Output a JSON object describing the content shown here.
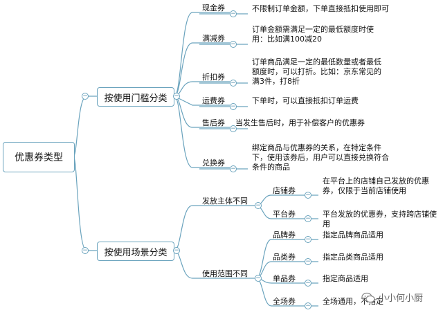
{
  "root": "优惠券类型",
  "branches": [
    {
      "label": "按使用门槛分类",
      "children": [
        {
          "label": "现金券",
          "desc": "不限制订单金额，下单直接抵扣使用即可"
        },
        {
          "label": "满减券",
          "desc": "订单金额需满足一定的最低额度时使用：比如满100减20"
        },
        {
          "label": "折扣券",
          "desc": "订单商品满足一定的最低数量或者最低额度时，可以打折。比如：京东常见的满3件，打8折"
        },
        {
          "label": "运费券",
          "desc": "下单时，可以直接抵扣订单运费"
        },
        {
          "label": "售后券",
          "desc": "当发生售后时，用于补偿客户的优惠券"
        },
        {
          "label": "兑换券",
          "desc": "绑定商品与优惠券的关系，在特定条件下，使用该券后，用户可以直接兑换符合条件的商品"
        }
      ]
    },
    {
      "label": "按使用场景分类",
      "groups": [
        {
          "label": "发放主体不同",
          "children": [
            {
              "label": "店铺券",
              "desc": "在平台上的店铺自己发放的优惠券，仅限于当前店铺使用"
            },
            {
              "label": "平台券",
              "desc": "平台发放的优惠券，支持跨店铺使用"
            }
          ]
        },
        {
          "label": "使用范围不同",
          "children": [
            {
              "label": "品牌券",
              "desc": "指定品牌商品适用"
            },
            {
              "label": "品类券",
              "desc": "指定品类商品适用"
            },
            {
              "label": "单品券",
              "desc": "指定商品适用"
            },
            {
              "label": "全场券",
              "desc": "全场通用，不指定"
            }
          ]
        }
      ]
    }
  ],
  "watermark": "小小何小厨",
  "colors": {
    "line": "#6aa3bd",
    "text": "#111111"
  }
}
